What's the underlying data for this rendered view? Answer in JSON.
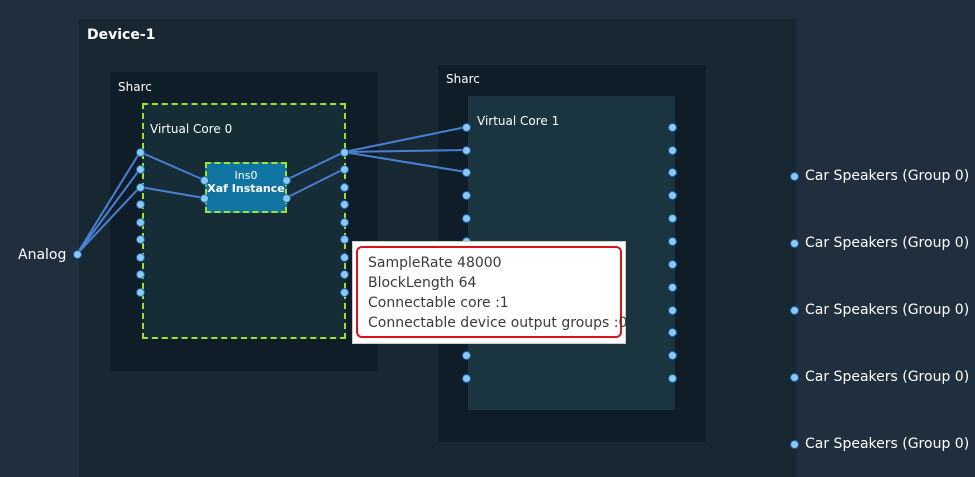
{
  "device": {
    "title": "Device-1"
  },
  "sharc_left": {
    "label": "Sharc",
    "core": {
      "label": "Virtual Core 0"
    }
  },
  "sharc_right": {
    "label": "Sharc",
    "core": {
      "label": "Virtual Core 1"
    }
  },
  "instance": {
    "name": "Ins0",
    "type": "Xaf Instance"
  },
  "input": {
    "label": "Analog"
  },
  "outputs": [
    {
      "label": "Car Speakers (Group 0)"
    },
    {
      "label": "Car Speakers (Group 0)"
    },
    {
      "label": "Car Speakers (Group 0)"
    },
    {
      "label": "Car Speakers (Group 0)"
    },
    {
      "label": "Car Speakers (Group 0)"
    }
  ],
  "tooltip": {
    "lines": [
      "SampleRate 48000",
      "BlockLength 64",
      "Connectable core :1",
      "Connectable device output groups :0"
    ]
  },
  "colors": {
    "wire": "#4a7fd0",
    "dashed_border": "#9be22a",
    "tooltip_border": "#d7141a",
    "port_fill": "#8cc8f5"
  }
}
